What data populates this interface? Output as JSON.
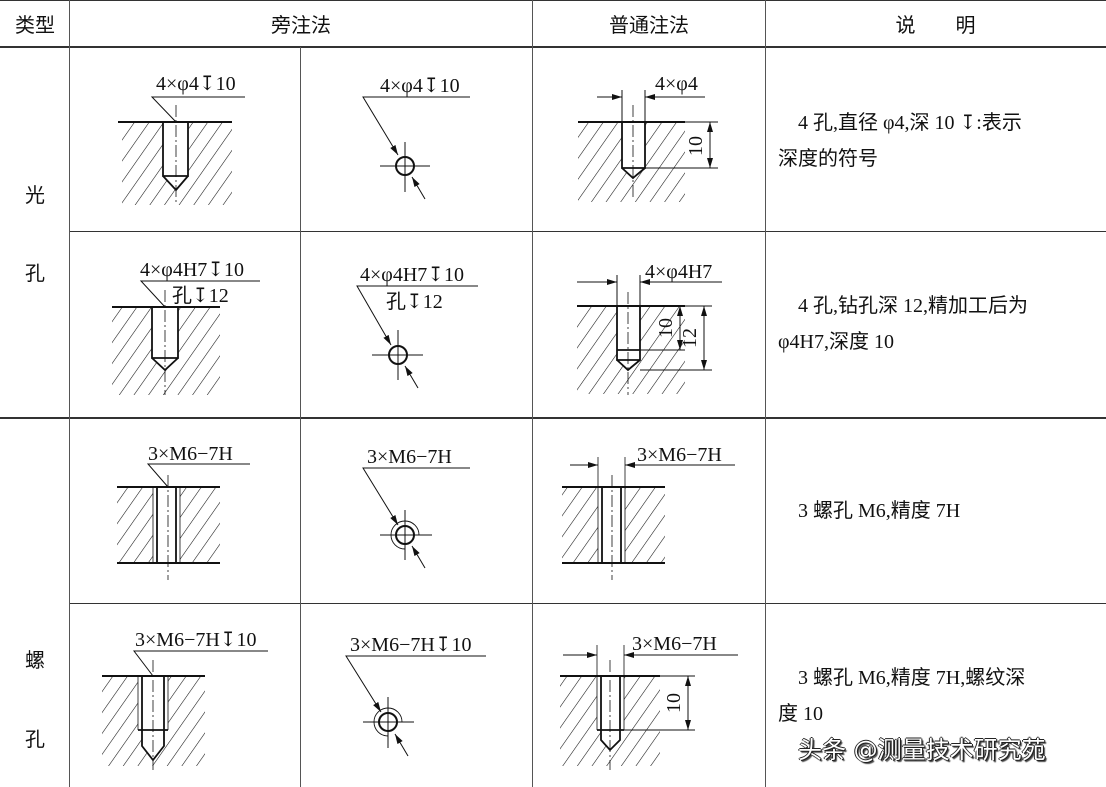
{
  "header": {
    "type": "类型",
    "side_note": "旁注法",
    "normal_note": "普通注法",
    "explanation": "说　　明"
  },
  "groups": [
    {
      "label_chars": [
        "光",
        "孔"
      ]
    },
    {
      "label_chars": [
        "螺",
        "孔"
      ]
    }
  ],
  "rows": [
    {
      "side_label": "4×φ4↧10",
      "side_label2": "",
      "normal_label": "4×φ4",
      "dims": [
        "10"
      ],
      "desc_lines": [
        "4 孔,直径 φ4,深 10 ↧:表示",
        "深度的符号"
      ]
    },
    {
      "side_label": "4×φ4H7↧10",
      "side_label2": "孔↧12",
      "normal_label": "4×φ4H7",
      "dims": [
        "10",
        "12"
      ],
      "desc_lines": [
        "4 孔,钻孔深 12,精加工后为",
        "φ4H7,深度 10"
      ]
    },
    {
      "side_label": "3×M6−7H",
      "side_label2": "",
      "normal_label": "3×M6−7H",
      "dims": [],
      "desc_lines": [
        "3 螺孔 M6,精度 7H"
      ]
    },
    {
      "side_label": "3×M6−7H↧10",
      "side_label2": "",
      "normal_label": "3×M6−7H",
      "dims": [
        "10"
      ],
      "desc_lines": [
        "3 螺孔 M6,精度 7H,螺纹深",
        "度 10"
      ]
    }
  ],
  "watermark": "头条 @测量技术研究苑"
}
